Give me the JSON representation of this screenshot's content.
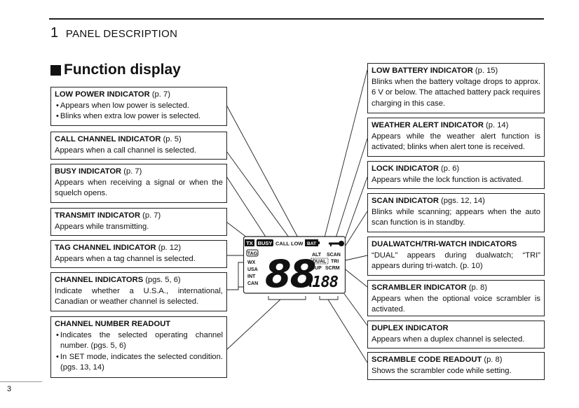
{
  "header": {
    "section_number": "1",
    "section_title": "PANEL DESCRIPTION"
  },
  "title": "Function display",
  "page_number": "3",
  "left_boxes": [
    {
      "title": "LOW POWER INDICATOR",
      "ref": "(p. 7)",
      "bullets": [
        "Appears when low power is selected.",
        "Blinks when extra low power is selected."
      ]
    },
    {
      "title": "CALL CHANNEL INDICATOR",
      "ref": "(p. 5)",
      "text": "Appears when a call channel is selected."
    },
    {
      "title": "BUSY INDICATOR",
      "ref": "(p. 7)",
      "text": "Appears when receiving a signal or when the squelch opens."
    },
    {
      "title": "TRANSMIT INDICATOR",
      "ref": "(p. 7)",
      "text": "Appears while transmitting."
    },
    {
      "title": "TAG CHANNEL INDICATOR",
      "ref": "(p. 12)",
      "text": "Appears when a tag channel is selected."
    },
    {
      "title": "CHANNEL INDICATORS",
      "ref": "(pgs. 5, 6)",
      "text": "Indicate whether a U.S.A., international, Canadian or weather channel is selected."
    },
    {
      "title": "CHANNEL NUMBER READOUT",
      "ref": "",
      "bullets": [
        "Indicates the selected operating channel number. (pgs. 5, 6)",
        "In SET mode, indicates the selected condition. (pgs. 13, 14)"
      ]
    }
  ],
  "right_boxes": [
    {
      "title": "LOW BATTERY INDICATOR",
      "ref": "(p. 15)",
      "text": "Blinks when the battery voltage drops to approx. 6 V or below. The attached battery pack requires charging in this case."
    },
    {
      "title": "WEATHER ALERT INDICATOR",
      "ref": "(p. 14)",
      "text": "Appears while the weather alert function is activated; blinks when alert tone is received."
    },
    {
      "title": "LOCK INDICATOR",
      "ref": "(p. 6)",
      "text": "Appears while the lock function is activated."
    },
    {
      "title": "SCAN INDICATOR",
      "ref": "(pgs. 12, 14)",
      "text": "Blinks while scanning; appears when the auto scan function is in standby."
    },
    {
      "title": "DUALWATCH/TRI-WATCH INDICATORS",
      "ref": "",
      "text": "“DUAL” appears during dualwatch; “TRI” appears during tri-watch. (p. 10)"
    },
    {
      "title": "SCRAMBLER INDICATOR",
      "ref": "(p. 8)",
      "text": "Appears when the optional voice scrambler is activated."
    },
    {
      "title": "DUPLEX INDICATOR",
      "ref": "",
      "text": "Appears when a duplex channel is selected."
    },
    {
      "title": "SCRAMBLE CODE READOUT",
      "ref": "(p. 8)",
      "text": "Shows the scrambler code while setting."
    }
  ],
  "lcd": {
    "tx": "TX",
    "busy": "BUSY",
    "call": "CALL",
    "low": "LOW",
    "bat": "BAT",
    "tag": "TAG",
    "wx": "WX",
    "usa": "USA",
    "int": "INT",
    "can": "CAN",
    "digits": "88",
    "code": "A188",
    "alt": "ALT",
    "scan": "SCAN",
    "dual": "DUAL",
    "tri": "TRI",
    "dup": "DUP",
    "scrm": "SCRM"
  }
}
